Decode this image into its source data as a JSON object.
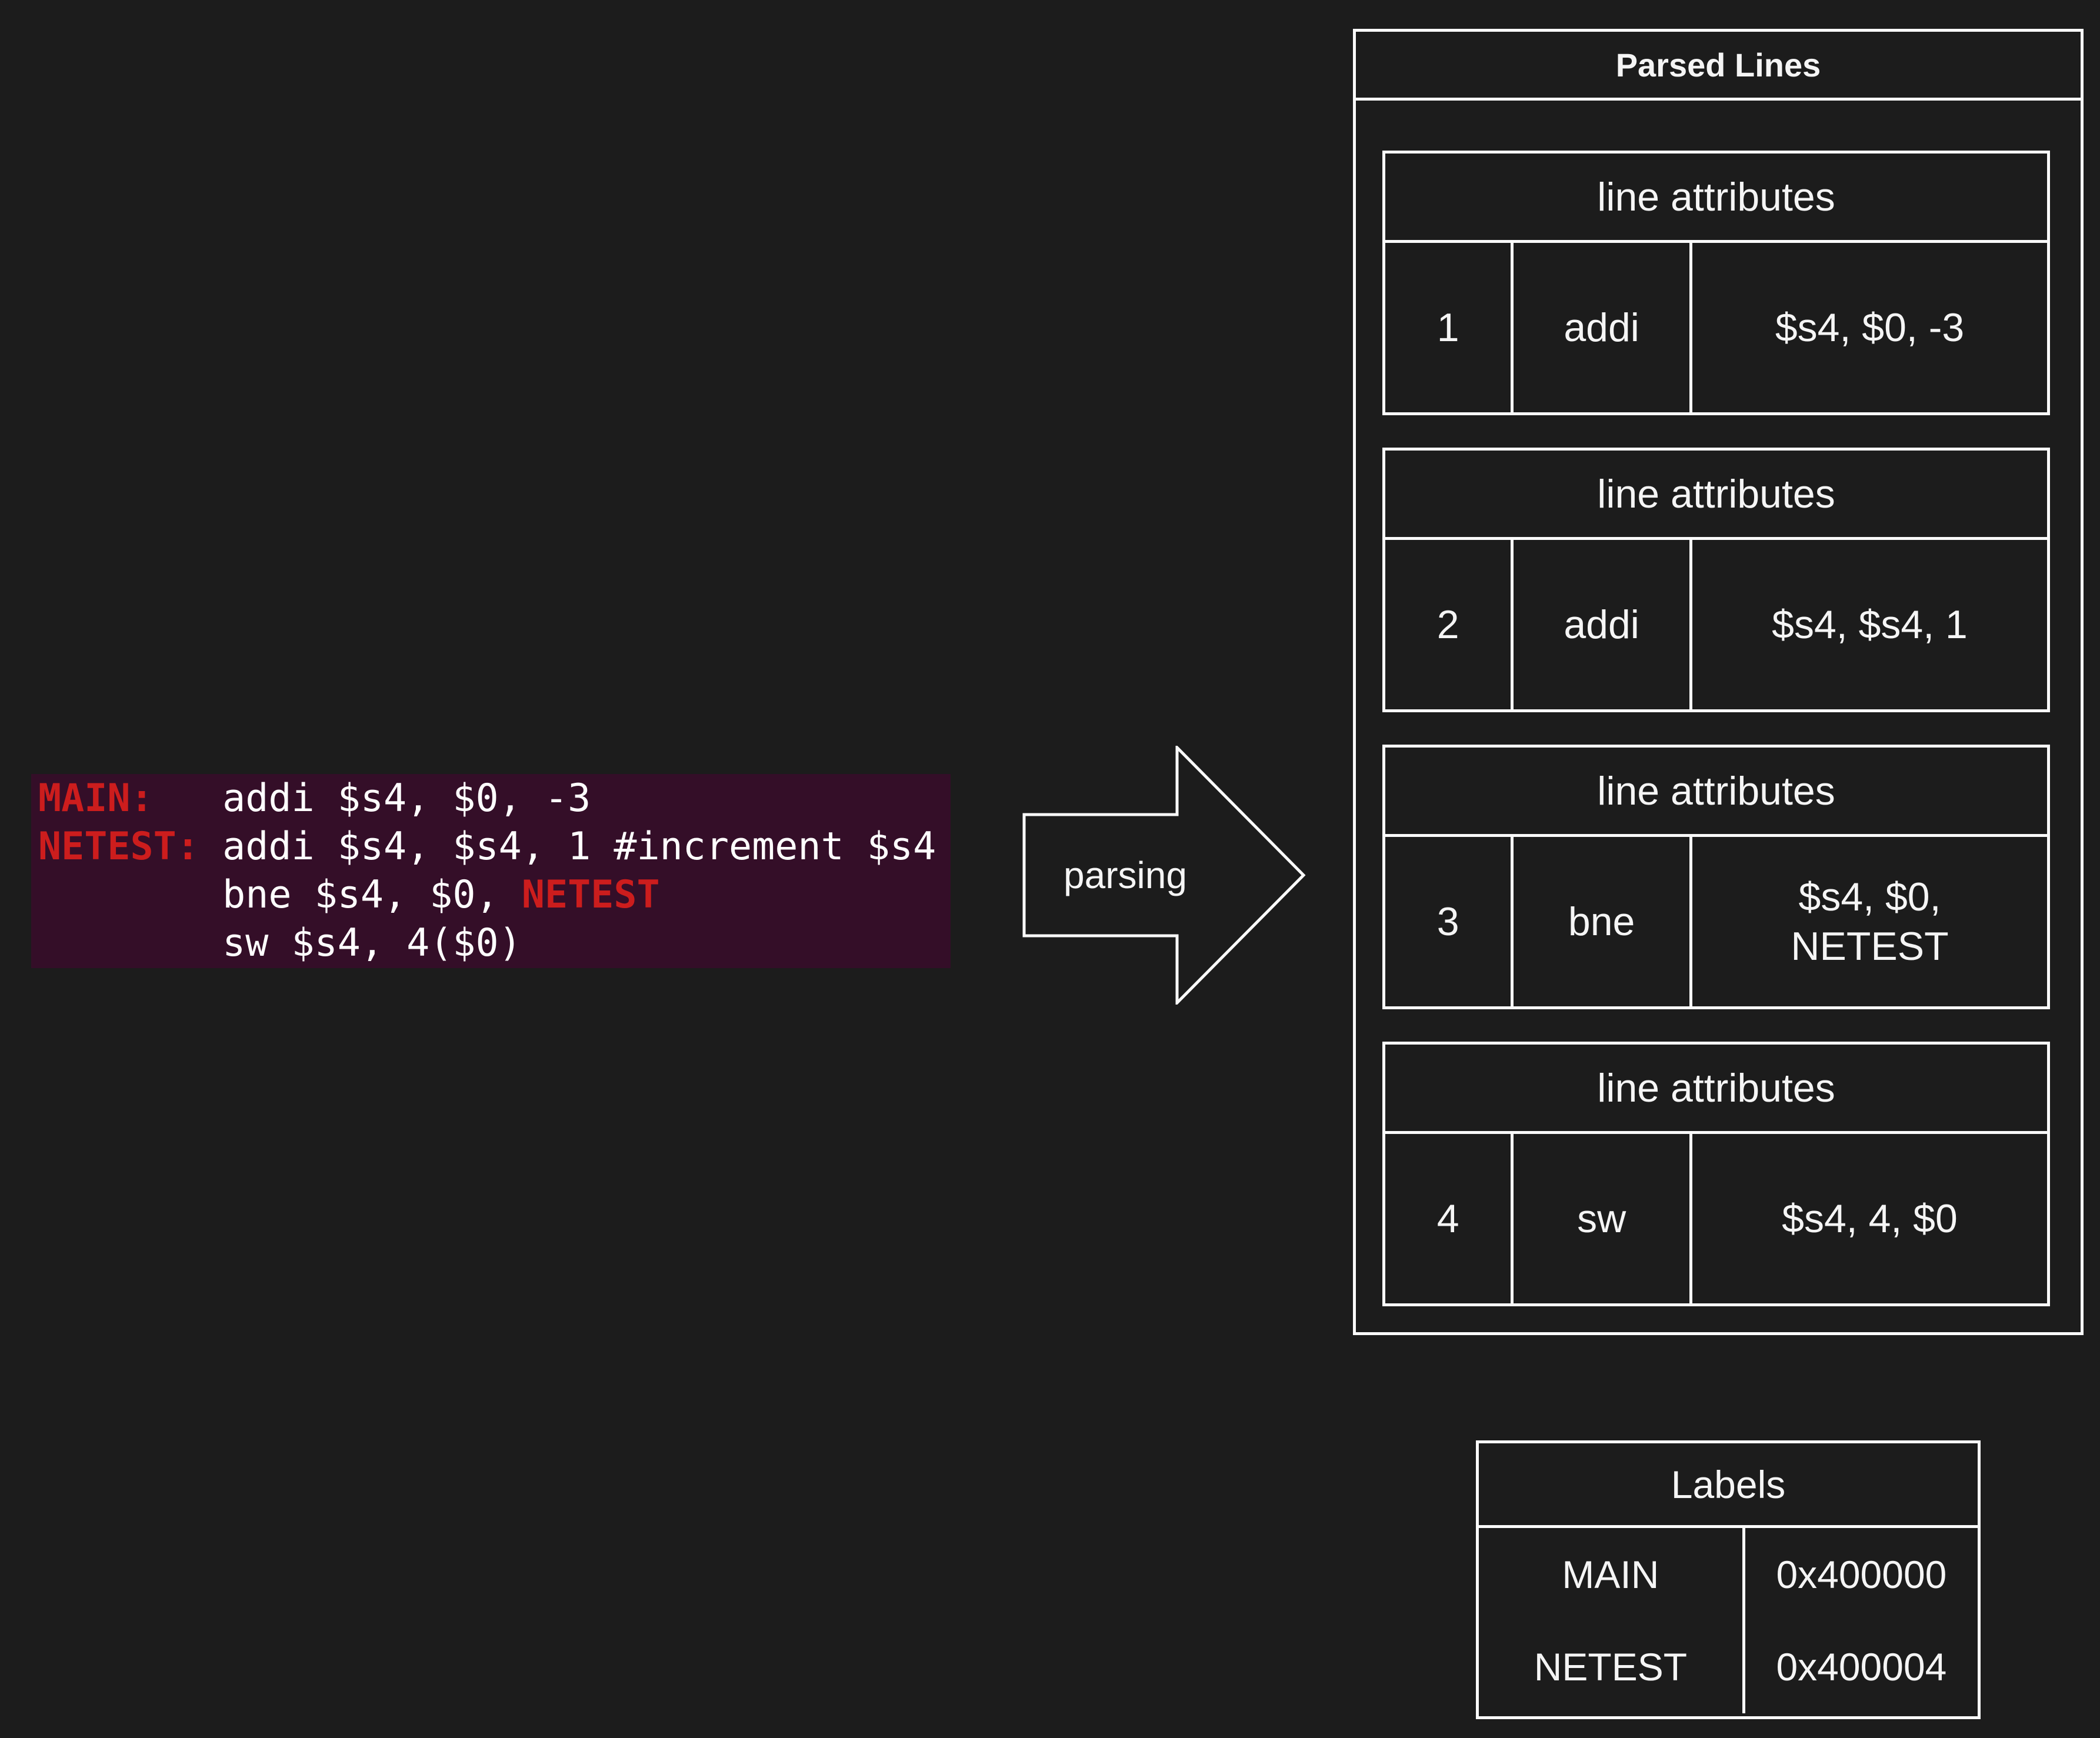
{
  "colors": {
    "background": "#1c1c1c",
    "code_background": "#340e28",
    "code_text": "#ffffff",
    "label_red": "#cc1d1d",
    "line_color": "#fafafa",
    "text_color": "#f5f5f5"
  },
  "code_block": {
    "lines": [
      {
        "segments": [
          {
            "text": "MAIN:",
            "color": "#cc1d1d"
          },
          {
            "text": "   addi $s4, $0, -3",
            "color": "#ffffff"
          }
        ]
      },
      {
        "segments": [
          {
            "text": "NETEST:",
            "color": "#cc1d1d"
          },
          {
            "text": " addi $s4, $s4, 1 #increment $s4",
            "color": "#ffffff"
          }
        ]
      },
      {
        "segments": [
          {
            "text": "        bne $s4, $0, ",
            "color": "#ffffff"
          },
          {
            "text": "NETEST",
            "color": "#cc1d1d"
          }
        ]
      },
      {
        "segments": [
          {
            "text": "        sw $s4, 4($0)",
            "color": "#ffffff"
          }
        ]
      }
    ]
  },
  "arrow": {
    "label": "parsing"
  },
  "parsed_panel": {
    "title": "Parsed Lines",
    "tables": [
      {
        "header": "line attributes",
        "line_number": "1",
        "opcode": "addi",
        "operands": "$s4, $0, -3"
      },
      {
        "header": "line attributes",
        "line_number": "2",
        "opcode": "addi",
        "operands": "$s4, $s4, 1"
      },
      {
        "header": "line attributes",
        "line_number": "3",
        "opcode": "bne",
        "operands": "$s4, $0,\nNETEST"
      },
      {
        "header": "line attributes",
        "line_number": "4",
        "opcode": "sw",
        "operands": "$s4, 4, $0"
      }
    ]
  },
  "labels_table": {
    "title": "Labels",
    "rows": [
      {
        "name": "MAIN",
        "address": "0x400000"
      },
      {
        "name": "NETEST",
        "address": "0x400004"
      }
    ]
  }
}
